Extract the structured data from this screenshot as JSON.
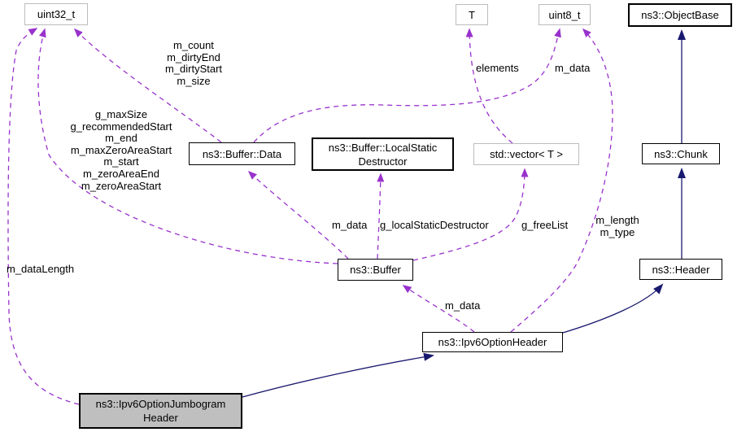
{
  "diagram": {
    "title": "ns3::Ipv6OptionJumbogramHeader collaboration diagram",
    "colors": {
      "usage_edge": "#9932cc",
      "inheritance_edge": "#191970",
      "node_border": "#000000",
      "external_node_border": "#bdbdbd",
      "highlight_fill": "#bfbfbf",
      "background": "#ffffff"
    },
    "nodes": {
      "uint32_t": {
        "label": "uint32_t"
      },
      "t": {
        "label": "T"
      },
      "uint8_t": {
        "label": "uint8_t"
      },
      "object_base": {
        "label": "ns3::ObjectBase"
      },
      "buffer_data": {
        "label": "ns3::Buffer::Data"
      },
      "local_static_destructor": {
        "label": "ns3::Buffer::LocalStatic\nDestructor"
      },
      "std_vector": {
        "label": "std::vector< T >"
      },
      "chunk": {
        "label": "ns3::Chunk"
      },
      "header": {
        "label": "ns3::Header"
      },
      "buffer": {
        "label": "ns3::Buffer"
      },
      "ipv6_option_header": {
        "label": "ns3::Ipv6OptionHeader"
      },
      "ipv6_option_jumbogram_header": {
        "label": "ns3::Ipv6OptionJumbogram\nHeader"
      }
    },
    "edges": {
      "buffer_data_to_uint32": {
        "from": "ns3::Buffer::Data",
        "to": "uint32_t",
        "style": "usage",
        "label": "m_count\nm_dirtyEnd\nm_dirtyStart\nm_size"
      },
      "buffer_to_uint32": {
        "from": "ns3::Buffer",
        "to": "uint32_t",
        "style": "usage",
        "label": "g_maxSize\ng_recommendedStart\nm_end\nm_maxZeroAreaStart\nm_start\nm_zeroAreaEnd\nm_zeroAreaStart"
      },
      "jumbogram_to_uint32": {
        "from": "ns3::Ipv6OptionJumbogramHeader",
        "to": "uint32_t",
        "style": "usage",
        "label": "m_dataLength"
      },
      "vector_to_t": {
        "from": "std::vector< T >",
        "to": "T",
        "style": "usage",
        "label": "elements"
      },
      "buffer_data_to_uint8": {
        "from": "ns3::Buffer::Data",
        "to": "uint8_t",
        "style": "usage",
        "label": "m_data"
      },
      "option_header_to_uint8": {
        "from": "ns3::Ipv6OptionHeader",
        "to": "uint8_t",
        "style": "usage",
        "label": "m_length\nm_type"
      },
      "buffer_to_buffer_data": {
        "from": "ns3::Buffer",
        "to": "ns3::Buffer::Data",
        "style": "usage",
        "label": "m_data"
      },
      "buffer_to_destructor": {
        "from": "ns3::Buffer",
        "to": "ns3::Buffer::LocalStaticDestructor",
        "style": "usage",
        "label": "g_localStaticDestructor"
      },
      "buffer_to_vector": {
        "from": "ns3::Buffer",
        "to": "std::vector< T >",
        "style": "usage",
        "label": "g_freeList"
      },
      "option_header_to_buffer": {
        "from": "ns3::Ipv6OptionHeader",
        "to": "ns3::Buffer",
        "style": "usage",
        "label": "m_data"
      },
      "header_to_chunk": {
        "from": "ns3::Header",
        "to": "ns3::Chunk",
        "style": "inheritance",
        "label": ""
      },
      "chunk_to_object_base": {
        "from": "ns3::Chunk",
        "to": "ns3::ObjectBase",
        "style": "inheritance",
        "label": ""
      },
      "option_header_to_header": {
        "from": "ns3::Ipv6OptionHeader",
        "to": "ns3::Header",
        "style": "inheritance",
        "label": ""
      },
      "jumbogram_to_option_header": {
        "from": "ns3::Ipv6OptionJumbogramHeader",
        "to": "ns3::Ipv6OptionHeader",
        "style": "inheritance",
        "label": ""
      }
    }
  }
}
